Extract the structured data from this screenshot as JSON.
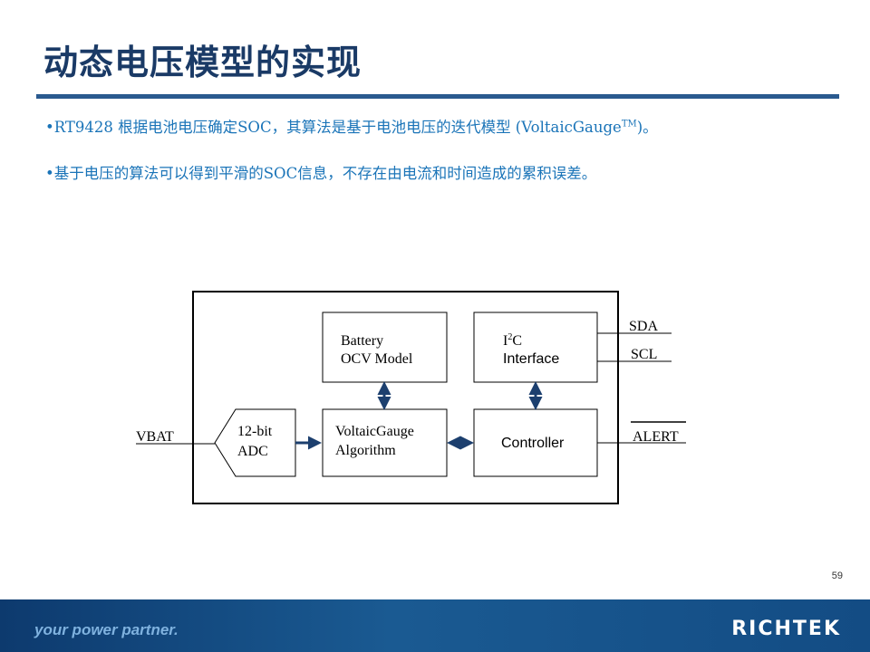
{
  "slide": {
    "title": "动态电压模型的实现",
    "bullet1_main": "•RT9428  根据电池电压确定SOC，其算法是基于电池电压的迭代模型  (VoltaicGauge",
    "bullet1_sup": "TM",
    "bullet1_end": ")。",
    "bullet2": "•基于电压的算法可以得到平滑的SOC信息，不存在由电流和时间造成的累积误差。",
    "page_number": "59"
  },
  "diagram": {
    "battery_l1": "Battery",
    "battery_l2": "OCV Model",
    "i2c_i": "I",
    "i2c_sup": "2",
    "i2c_c": "C",
    "i2c_l2": "Interface",
    "adc_l1": "12-bit",
    "adc_l2": "ADC",
    "algo_l1": "VoltaicGauge",
    "algo_l2": "Algorithm",
    "controller": "Controller",
    "vbat": "VBAT",
    "sda": "SDA",
    "scl": "SCL",
    "alert": "ALERT"
  },
  "footer": {
    "tagline": "your power partner.",
    "logo": "RICHTEK"
  }
}
